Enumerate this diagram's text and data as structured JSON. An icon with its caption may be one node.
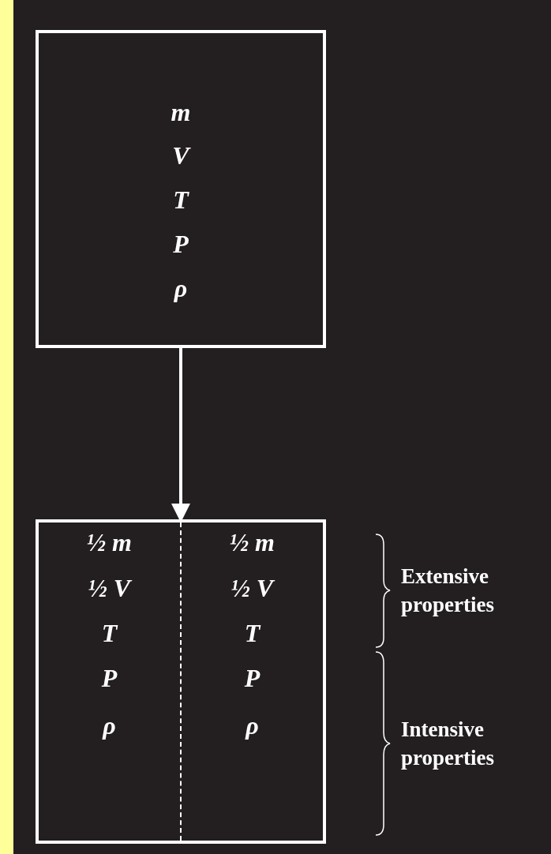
{
  "diagram": {
    "nodes": [
      {
        "text": [
          "m",
          "V",
          "T",
          "P",
          "ρ"
        ]
      },
      {
        "text": [],
        "shape": "box"
      },
      {
        "text": [
          "½ m",
          "½ V",
          "T",
          "P",
          "ρ"
        ],
        "in": 1
      },
      {
        "text": [
          "½ m",
          "½ V",
          "T",
          "P",
          "ρ"
        ],
        "in": 1
      }
    ],
    "edges": [
      {
        "from": 0,
        "to": 1,
        "arrow": "to"
      }
    ],
    "labels": [
      "Extensive properties",
      "Intensive properties"
    ]
  }
}
